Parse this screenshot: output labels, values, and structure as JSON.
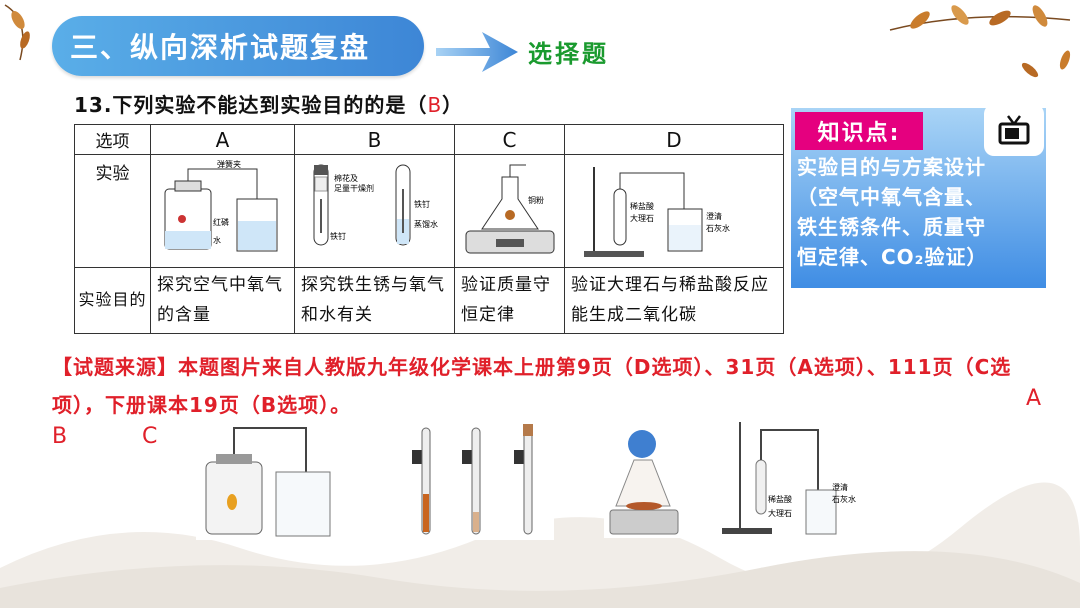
{
  "header": {
    "title": "三、纵向深析试题复盘",
    "subtitle": "选择题"
  },
  "question": {
    "stem": "13.下列实验不能达到实验目的的是（",
    "answer": "B",
    "close": "）"
  },
  "table": {
    "row_labels": {
      "option": "选项",
      "experiment": "实验",
      "purpose": "实验目的"
    },
    "options": [
      "A",
      "B",
      "C",
      "D"
    ],
    "diagram_labels": {
      "A": [
        "弹簧夹",
        "红磷",
        "水"
      ],
      "B": [
        "棉花及",
        "足量干燥剂",
        "铁钉",
        "铁钉",
        "蒸馏水"
      ],
      "C": [
        "铜粉"
      ],
      "D": [
        "稀盐酸",
        "大理石",
        "澄清",
        "石灰水"
      ]
    },
    "purposes": [
      "探究空气中氧气的含量",
      "探究铁生锈与氧气和水有关",
      "验证质量守恒定律",
      "验证大理石与稀盐酸反应能生成二氧化碳"
    ]
  },
  "knowledge": {
    "title": "知识点:",
    "lines": [
      "实验目的与方案设计",
      "（空气中氧气含量、",
      "铁生锈条件、质量守",
      "恒定律、CO₂验证）"
    ]
  },
  "source": {
    "text": "【试题来源】本题图片来自人教版九年级化学课本上册第9页（D选项）、31页（A选项）、111页（C选项），下册课本19页（B选项）。"
  },
  "photo_labels": {
    "A": "A",
    "B": "B",
    "C": "C",
    "D_parts": [
      "稀盐酸",
      "大理石",
      "澄清",
      "石灰水"
    ]
  },
  "colors": {
    "title_bg": "#4a9be0",
    "subtitle": "#1a9a2e",
    "answer": "#e0202a",
    "knowledge_title_bg": "#e5007f",
    "knowledge_bg": "#3f8de4"
  },
  "icons": [
    "arrow-right-icon",
    "tv-icon",
    "leaf-icon"
  ]
}
